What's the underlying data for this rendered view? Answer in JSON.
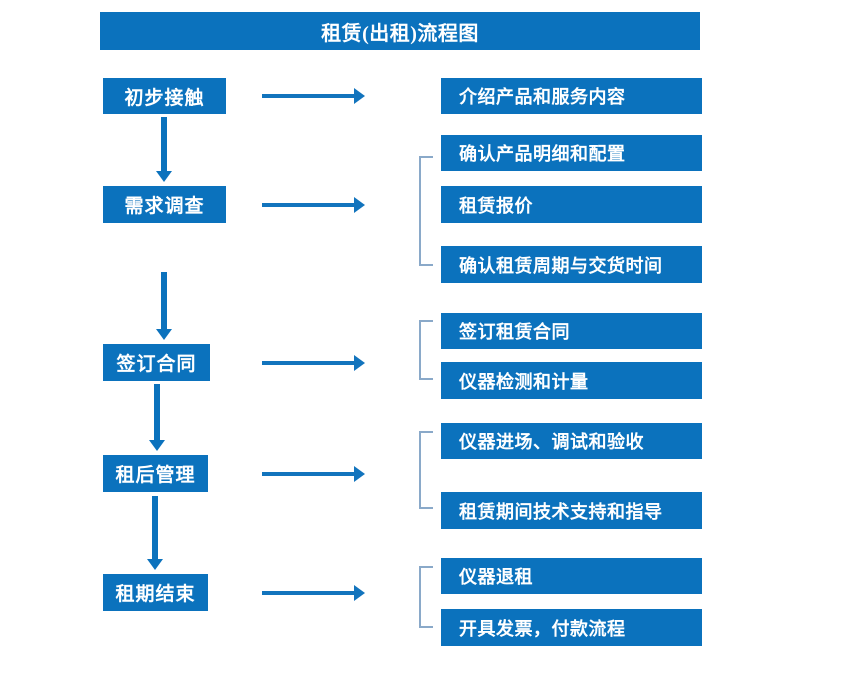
{
  "title": "租赁(出租)流程图",
  "colors": {
    "box_blue": "#0b72bd",
    "arrow_blue": "#1274bd",
    "bracket_gray_blue": "#8aa9c9",
    "text_white": "#ffffff",
    "background": "#ffffff"
  },
  "stages": [
    {
      "label": "初步接触"
    },
    {
      "label": "需求调查"
    },
    {
      "label": "签订合同"
    },
    {
      "label": "租后管理"
    },
    {
      "label": "租期结束"
    }
  ],
  "details": [
    {
      "label": "介绍产品和服务内容"
    },
    {
      "label": "确认产品明细和配置"
    },
    {
      "label": "租赁报价"
    },
    {
      "label": "确认租赁周期与交货时间"
    },
    {
      "label": "签订租赁合同"
    },
    {
      "label": "仪器检测和计量"
    },
    {
      "label": "仪器进场、调试和验收"
    },
    {
      "label": "租赁期间技术支持和指导"
    },
    {
      "label": "仪器退租"
    },
    {
      "label": "开具发票，付款流程"
    }
  ],
  "connectors": {
    "vertical_arrow_icon": "arrow-down-icon",
    "horizontal_arrow_icon": "arrow-right-icon",
    "bracket_icon": "group-bracket-icon"
  }
}
